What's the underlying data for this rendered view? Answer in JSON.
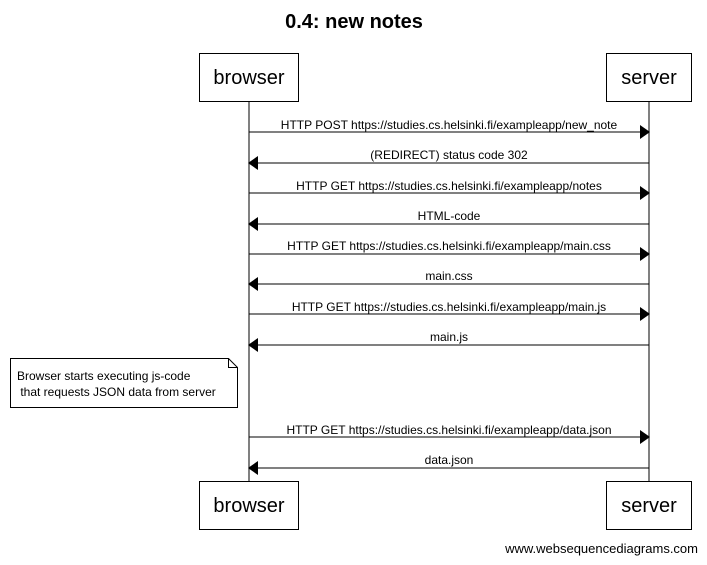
{
  "diagram": {
    "title": "0.4: new notes",
    "participants": [
      {
        "id": "browser",
        "label": "browser"
      },
      {
        "id": "server",
        "label": "server"
      }
    ],
    "messages": [
      {
        "from": "browser",
        "to": "server",
        "label": "HTTP POST https://studies.cs.helsinki.fi/exampleapp/new_note"
      },
      {
        "from": "server",
        "to": "browser",
        "label": "(REDIRECT) status code 302"
      },
      {
        "from": "browser",
        "to": "server",
        "label": "HTTP GET https://studies.cs.helsinki.fi/exampleapp/notes"
      },
      {
        "from": "server",
        "to": "browser",
        "label": "HTML-code"
      },
      {
        "from": "browser",
        "to": "server",
        "label": "HTTP GET https://studies.cs.helsinki.fi/exampleapp/main.css"
      },
      {
        "from": "server",
        "to": "browser",
        "label": "main.css"
      },
      {
        "from": "browser",
        "to": "server",
        "label": "HTTP GET https://studies.cs.helsinki.fi/exampleapp/main.js"
      },
      {
        "from": "server",
        "to": "browser",
        "label": "main.js"
      },
      {
        "from": "browser",
        "to": "server",
        "label": "HTTP GET https://studies.cs.helsinki.fi/exampleapp/data.json"
      },
      {
        "from": "server",
        "to": "browser",
        "label": "data.json"
      }
    ],
    "note": {
      "lines": [
        "Browser starts executing js-code",
        " that requests JSON data from server"
      ]
    },
    "footer": "www.websequencediagrams.com"
  }
}
